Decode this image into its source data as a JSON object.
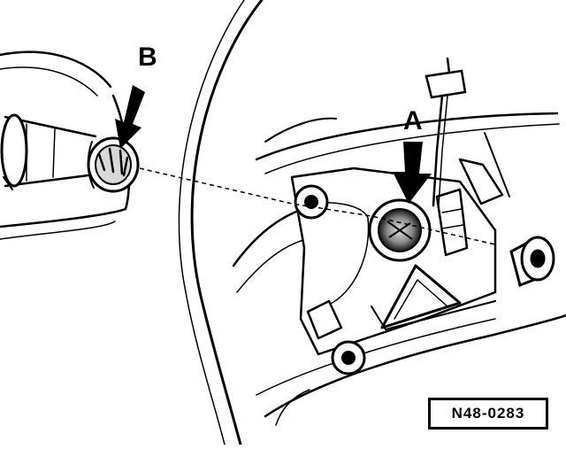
{
  "labels": {
    "a": "A",
    "b": "B"
  },
  "figure_ref": "N48-0283",
  "colors": {
    "ink": "#000000",
    "paper": "#ffffff"
  }
}
